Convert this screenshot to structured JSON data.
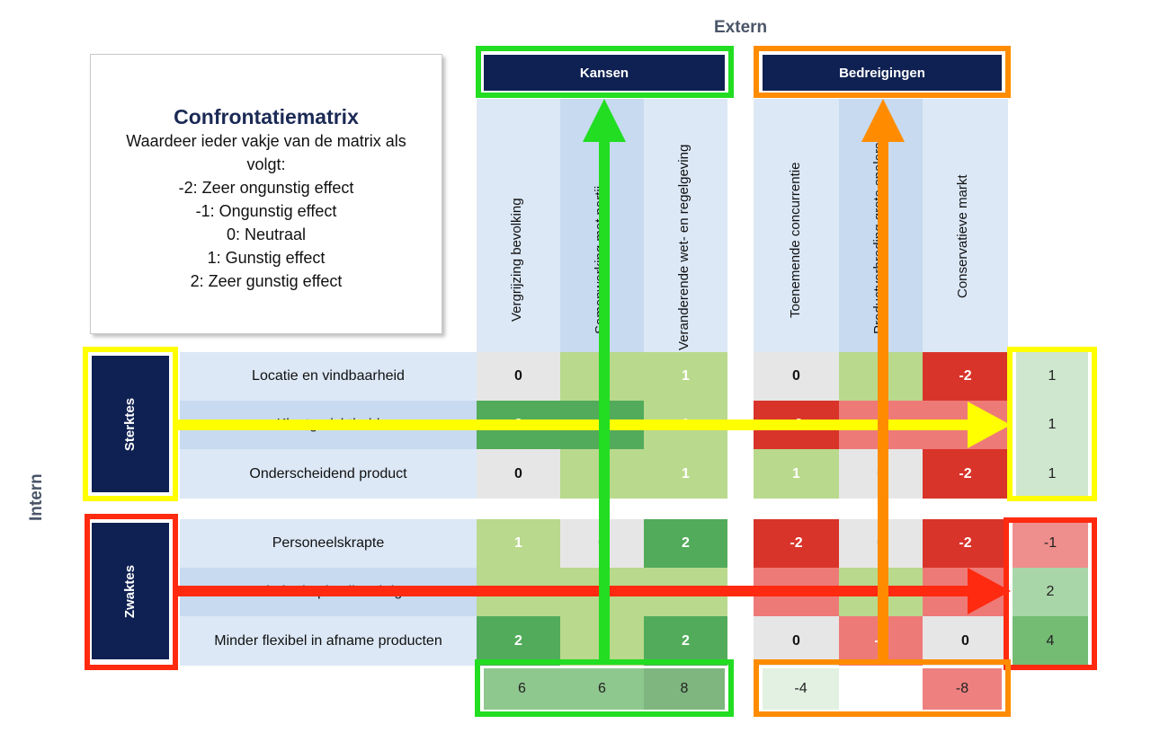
{
  "labels": {
    "extern": "Extern",
    "intern": "Intern"
  },
  "info": {
    "title": "Confrontatiematrix",
    "lines": [
      "Waardeer ieder vakje van de matrix als",
      "volgt:",
      "-2:  Zeer ongunstig effect",
      "-1:  Ongunstig effect",
      "0: Neutraal",
      "1: Gunstig effect",
      "2:  Zeer gunstig effect"
    ]
  },
  "headers": {
    "kansen": "Kansen",
    "bedreigingen": "Bedreigingen"
  },
  "columns": [
    "Vergrijzing bevolking",
    "Samenwerking met partij",
    "Veranderende wet- en regelgeving",
    "Toenemende concurrentie",
    "Productverbreding grote spelers",
    "Conservatieve markt"
  ],
  "groups": {
    "sterktes": "Sterktes",
    "zwaktes": "Zwaktes"
  },
  "rows": [
    {
      "label": "Locatie en vindbaarheid",
      "cells": [
        "0",
        "",
        "1",
        "0",
        "",
        "-2"
      ],
      "total": "1"
    },
    {
      "label": "Klantgerichtheid",
      "cells": [
        "2",
        "",
        "1",
        "-2",
        "",
        ""
      ],
      "total": "1"
    },
    {
      "label": "Onderscheidend product",
      "cells": [
        "0",
        "",
        "1",
        "1",
        "0",
        "-2"
      ],
      "total": "1"
    },
    {
      "label": "Personeelskrapte",
      "cells": [
        "1",
        "0",
        "2",
        "-2",
        "0",
        "-2"
      ],
      "total": "-1"
    },
    {
      "label": "Minder kapitaalkrachtig",
      "cells": [
        "1",
        "",
        "1",
        "-1",
        "",
        ""
      ],
      "total": "2"
    },
    {
      "label": "Minder flexibel in afname producten",
      "cells": [
        "2",
        "",
        "2",
        "0",
        "-1",
        "0"
      ],
      "total": "4"
    }
  ],
  "column_totals": [
    "6",
    "6",
    "8",
    "-4",
    "",
    "-8"
  ],
  "colors": {
    "navy": "#0f2152",
    "green_frame": "#22dd22",
    "orange_frame": "#ff8c00",
    "yellow_frame": "#ffff00",
    "red_frame": "#ff2a10",
    "neutral": "#e6e6e6",
    "light_green": "#b9d98c",
    "dark_green": "#52ab5a",
    "dark_red": "#d9342a",
    "light_red": "#ee7a78",
    "row_bg_a": "#dce8f6",
    "row_bg_b": "#c7daef"
  }
}
